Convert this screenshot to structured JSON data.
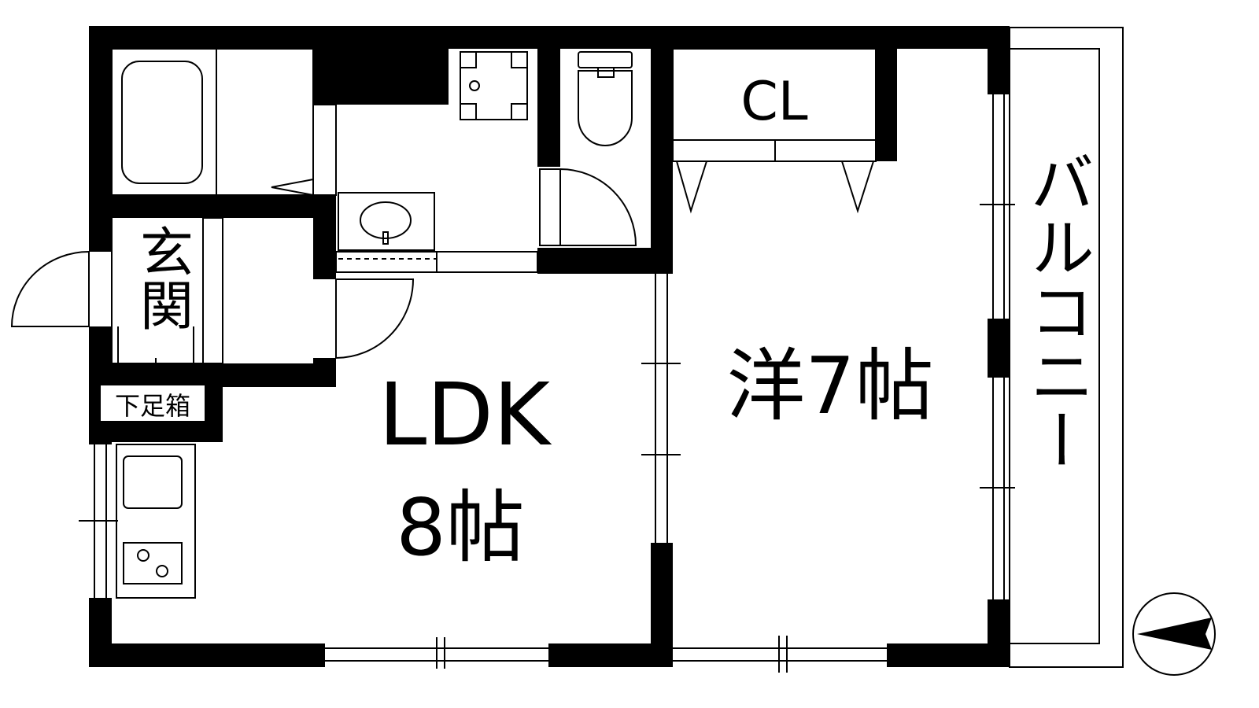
{
  "floorplan": {
    "rooms": {
      "entrance": "玄関",
      "shoe_box": "下足箱",
      "ldk": "LDK",
      "ldk_size": "8帖",
      "western_room": "洋7帖",
      "closet": "CL",
      "balcony": "バルコニー"
    },
    "compass_icon": "north-arrow-pointing-left",
    "colors": {
      "wall": "#000000",
      "background": "#ffffff"
    }
  }
}
